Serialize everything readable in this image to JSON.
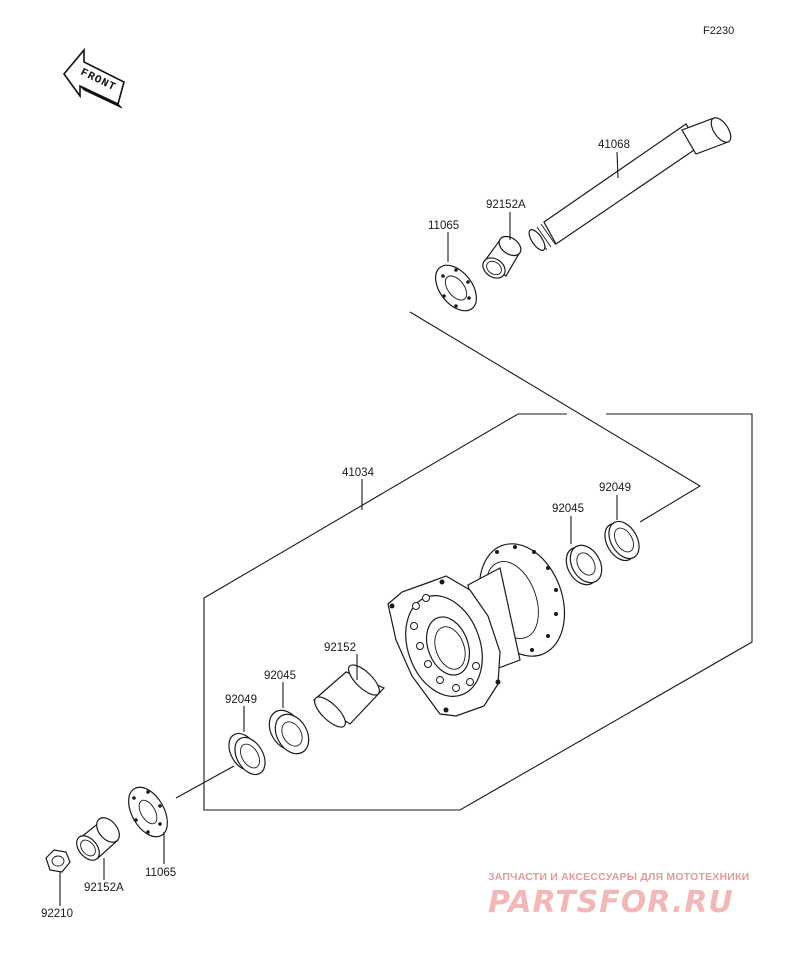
{
  "diagram_code": "F2230",
  "front_indicator": "FRONT",
  "watermark": {
    "caption": "ЗАПЧАСТИ И АКСЕССУАРЫ ДЛЯ МОТОТЕХНИКИ",
    "logo": "PARTSFOR.RU"
  },
  "parts": {
    "axle": "41068",
    "collar_upper": "92152A",
    "disc_spacer_upper": "11065",
    "hub": "41034",
    "bearing_right": "92045",
    "seal_right": "92049",
    "collar_center": "92152",
    "bearing_left": "92045",
    "seal_left": "92049",
    "disc_spacer_lower": "11065",
    "collar_lower": "92152A",
    "nut": "92210"
  }
}
